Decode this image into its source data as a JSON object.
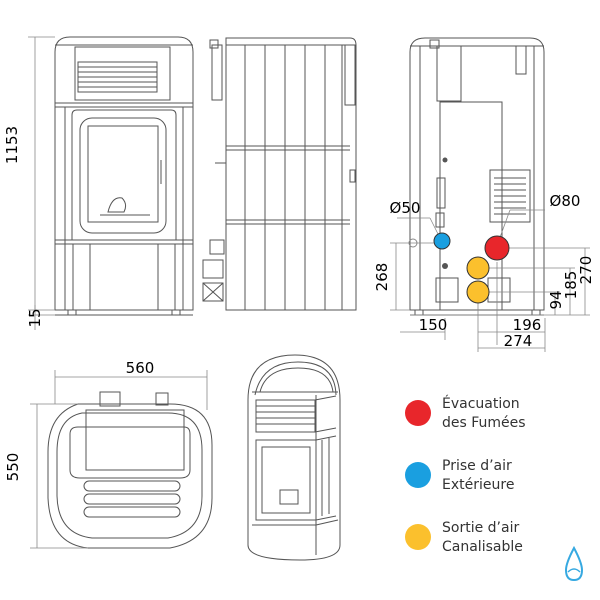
{
  "dimensions": {
    "front_height": "1153",
    "front_base": "15",
    "back_diameter_left": "Ø50",
    "back_diameter_right": "Ø80",
    "back_height_left": "268",
    "back_height_94": "94",
    "back_height_185": "185",
    "back_height_270": "270",
    "back_width_150": "150",
    "back_width_196": "196",
    "back_width_274": "274",
    "top_width": "560",
    "top_depth": "550"
  },
  "legend": [
    {
      "color": "#e8262b",
      "line1": "Évacuation",
      "line2": "des Fumées"
    },
    {
      "color": "#1a9fe0",
      "line1": "Prise d’air",
      "line2": "Extérieure"
    },
    {
      "color": "#fbc02d",
      "line1": "Sortie d’air",
      "line2": "Canalisable"
    }
  ],
  "colors": {
    "smoke": "#e8262b",
    "air_in": "#1a9fe0",
    "air_out": "#fbc02d",
    "logo": "#36a9e1"
  },
  "icons": {
    "logo": "water-drop-logo-icon"
  }
}
